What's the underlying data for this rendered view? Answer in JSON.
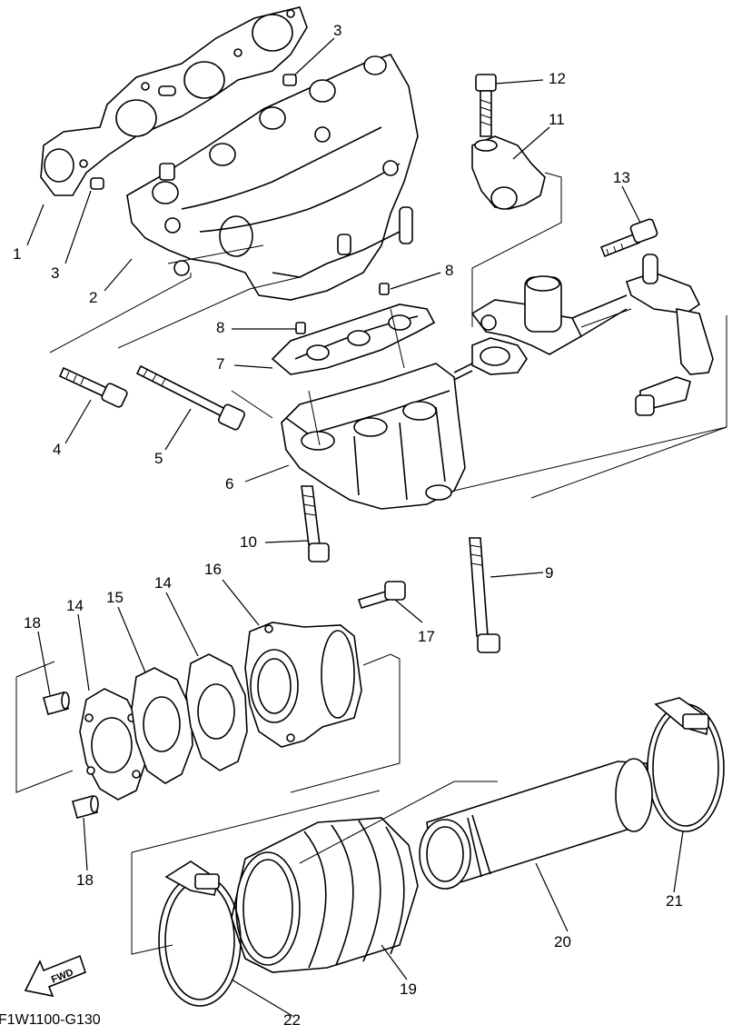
{
  "diagram": {
    "code": "F1W1100-G130",
    "fwd_label": "FWD",
    "callouts": [
      "1",
      "2",
      "3",
      "3",
      "4",
      "5",
      "6",
      "7",
      "8",
      "8",
      "9",
      "10",
      "11",
      "12",
      "13",
      "14",
      "14",
      "15",
      "16",
      "17",
      "18",
      "18",
      "19",
      "20",
      "21",
      "22"
    ]
  }
}
